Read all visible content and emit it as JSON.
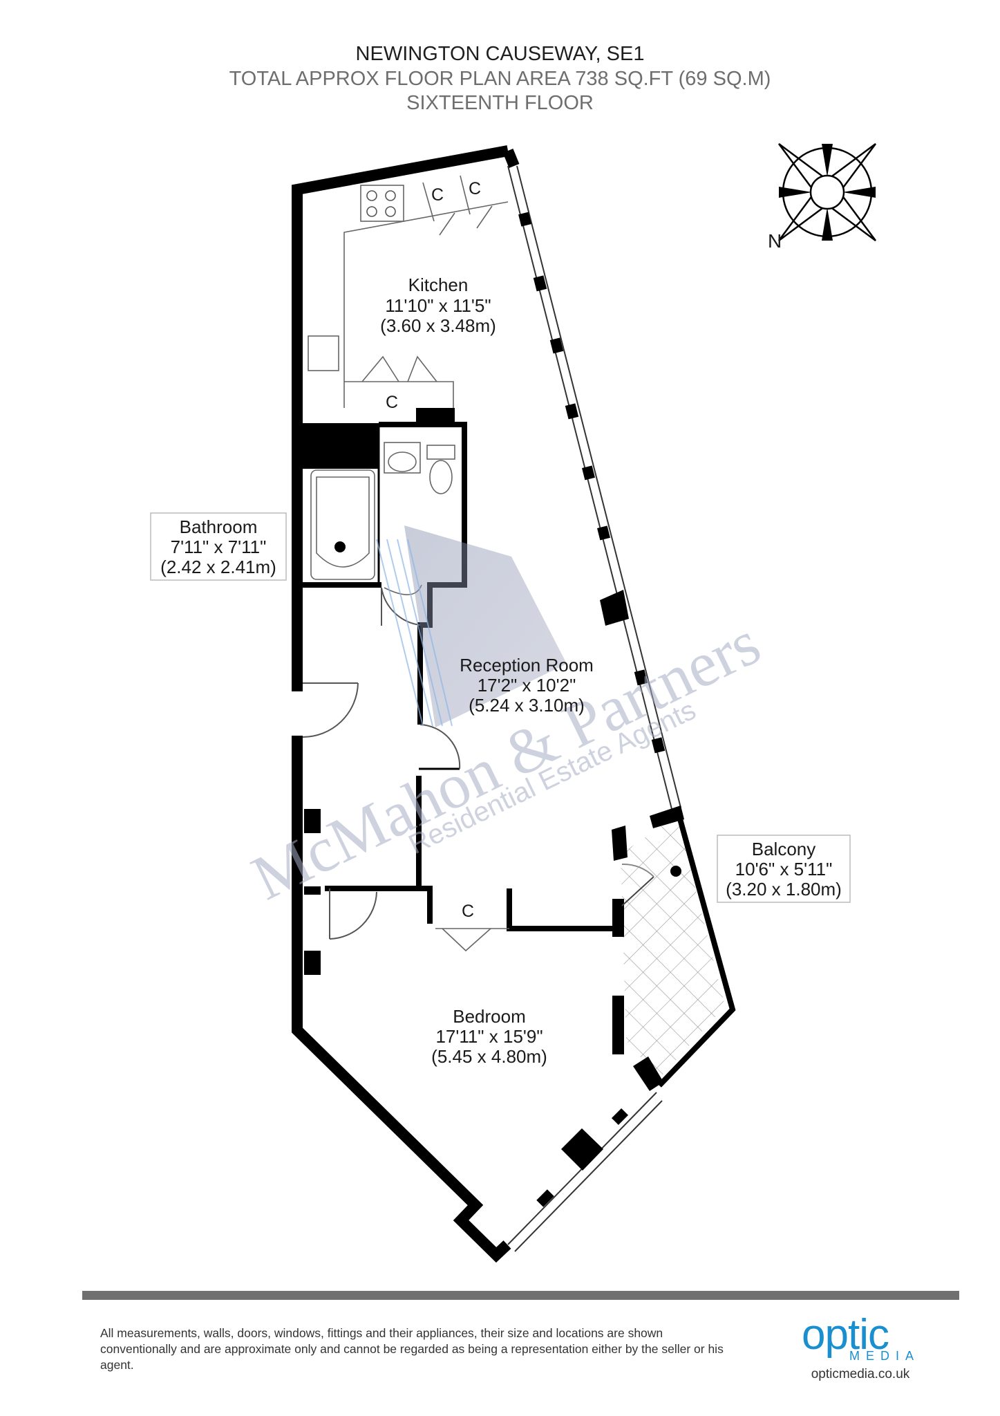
{
  "header": {
    "address": "NEWINGTON CAUSEWAY, SE1",
    "area": "TOTAL APPROX FLOOR PLAN AREA 738 SQ.FT (69 SQ.M)",
    "floor": "SIXTEENTH FLOOR"
  },
  "rooms": {
    "kitchen": {
      "name": "Kitchen",
      "imperial": "11'10\" x 11'5\"",
      "metric": "(3.60 x 3.48m)"
    },
    "bathroom": {
      "name": "Bathroom",
      "imperial": "7'11\" x 7'11\"",
      "metric": "(2.42 x 2.41m)"
    },
    "reception": {
      "name": "Reception Room",
      "imperial": "17'2\" x 10'2\"",
      "metric": "(5.24 x 3.10m)"
    },
    "balcony": {
      "name": "Balcony",
      "imperial": "10'6\" x 5'11\"",
      "metric": "(3.20 x 1.80m)"
    },
    "bedroom": {
      "name": "Bedroom",
      "imperial": "17'11\" x 15'9\"",
      "metric": "(5.45 x 4.80m)"
    }
  },
  "cupboards": {
    "label": "C"
  },
  "compass": {
    "label": "N"
  },
  "watermark": {
    "name": "McMahon & Partners",
    "tagline": "Residential Estate Agents"
  },
  "footer": {
    "disclaimer": "All measurements, walls, doors, windows, fittings and their appliances, their size and locations are shown conventionally and are approximate only and cannot be regarded as being a representation either by the seller or his agent."
  },
  "logo": {
    "word": "optic",
    "sub": "MEDIA",
    "url": "opticmedia.co.uk"
  },
  "colors": {
    "walls": "#000000",
    "watermark": "#a7aec6",
    "logo": "#1a8fd0",
    "rule": "#707070"
  }
}
